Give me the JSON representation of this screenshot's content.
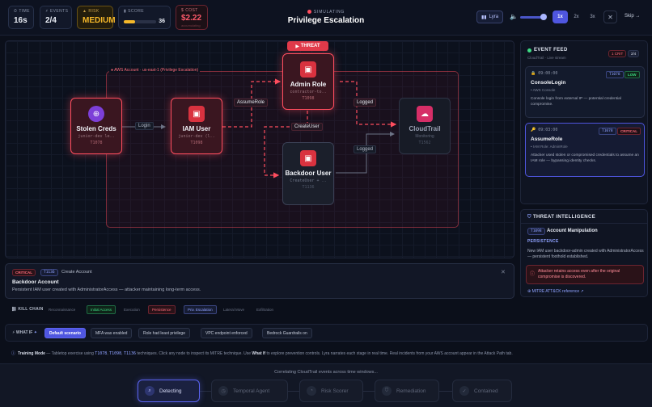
{
  "stats": {
    "time": {
      "label": "TIME",
      "value": "16s"
    },
    "events": {
      "label": "EVENTS",
      "value": "2/4"
    },
    "risk": {
      "label": "RISK",
      "value": "MEDIUM"
    },
    "score": {
      "label": "SCORE",
      "value": "36",
      "fraction": 0.36
    },
    "cost": {
      "label": "COST",
      "value": "$2.22",
      "sub": "accumulating"
    }
  },
  "simulation": {
    "status": "SIMULATING",
    "title": "Privilege Escalation"
  },
  "controls": {
    "lyra": "Lyra",
    "volume_level": 0.8,
    "speeds": [
      "1x",
      "2x",
      "3x"
    ],
    "active_speed": "1x",
    "skip": "Skip →"
  },
  "graph": {
    "threat_tag": "THREAT",
    "region_label": "AWS Account · us-east-1 (Privilege Escalation)",
    "nodes": {
      "stolen": {
        "name": "Stolen Creds",
        "sub": "junior-dev le..",
        "id": "T1078"
      },
      "iam": {
        "name": "IAM User",
        "sub": "junior-dev (l..",
        "id": "T1098"
      },
      "admin": {
        "name": "Admin Role",
        "sub": "contractor-to..",
        "id": "T1098"
      },
      "backdoor": {
        "name": "Backdoor User",
        "sub": "CreateUser + ..",
        "id": "T1136"
      },
      "cloudtrail": {
        "name": "CloudTrail",
        "sub": "Monitoring",
        "id": "T1562"
      }
    },
    "edges": {
      "login": "Login",
      "assume": "AssumeRole",
      "create": "CreateUser",
      "logged1": "Logged",
      "logged2": "Logged"
    }
  },
  "feed": {
    "title": "EVENT FEED",
    "subtitle": "CloudTrail · Live stream",
    "badge_crit": "1 CRIT",
    "count": "2/4",
    "events": [
      {
        "time": "09:00:00",
        "technique": "T1078",
        "severity": "LOW",
        "name": "ConsoleLogin",
        "meta": "• AWS Console",
        "desc": "Console login from external IP — potential credential compromise."
      },
      {
        "time": "09:03:00",
        "technique": "T1078",
        "severity": "CRITICAL",
        "name": "AssumeRole",
        "meta": "• IAM Role: AdminRole",
        "desc": "Attacker used stolen or compromised credentials to assume an IAM role — bypassing identity checks."
      }
    ]
  },
  "intel": {
    "title": "THREAT INTELLIGENCE",
    "technique": "T1098",
    "technique_name": "Account Manipulation",
    "tactic": "PERSISTENCE",
    "desc": "New IAM user backdoor-admin created with AdministratorAccess — persistent foothold established.",
    "warning": "Attacker retains access even after the original compromise is discovered.",
    "link": "MITRE ATT&CK reference ↗"
  },
  "incident": {
    "severity": "CRITICAL",
    "technique": "T1136",
    "action": "Create Account",
    "title": "Backdoor Account",
    "desc": "Persistent IAM user created with AdministratorAccess — attacker maintaining long-term access."
  },
  "kill_chain": {
    "label": "KILL CHAIN",
    "stages": [
      "Reconnaissance",
      "Initial Access",
      "Execution",
      "Persistence",
      "Priv. Escalation",
      "Lateral Move",
      "Exfiltration"
    ]
  },
  "what_if": {
    "label": "WHAT IF",
    "options": [
      "Default scenario",
      "MFA was enabled",
      "Role had least privilege",
      "VPC endpoint enforced",
      "Bedrock Guardrails on"
    ]
  },
  "training": {
    "label": "Training Mode",
    "text1": " — Tabletop exercise using ",
    "t1": "T1078",
    "t2": "T1098",
    "t3": "T1136",
    "text2": " techniques. Click any node to inspect its MITRE technique. Use ",
    "whatif": "What If",
    "text3": " to explore prevention controls. Lyra narrates each stage in real time. Real incidents from your AWS account appear in the Attack Path tab."
  },
  "pipeline": {
    "message": "Correlating CloudTrail events across time windows...",
    "steps": [
      "Detecting",
      "Temporal Agent",
      "Risk Scorer",
      "Remediation",
      "Contained"
    ]
  },
  "colors": {
    "accent": "#4f56e0",
    "danger": "#ff4d5e",
    "warning": "#f5b82a",
    "success": "#3ddc84"
  }
}
